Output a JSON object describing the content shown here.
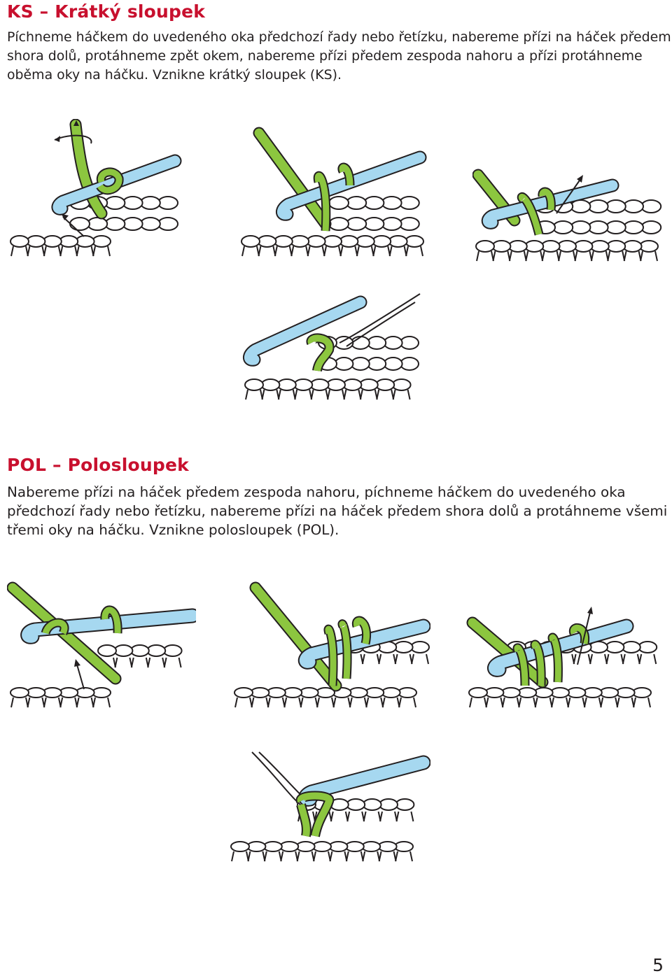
{
  "sections": [
    {
      "title": "KS – Krátký sloupek",
      "text": "Píchneme háčkem do uvedeného oka předchozí řady nebo řetízku, nabereme přízi na háček předem shora dolů, protáhneme zpět okem, nabereme přízi předem zespoda nahoru a přízi protáhneme oběma oky na háčku. Vznikne krátký sloupek (KS)."
    },
    {
      "title": "POL – Polosloupek",
      "text": "Nabereme přízi na háček předem zespoda nahoru, píchneme háčkem do uvedeného oka předchozí řady nebo řetízku, nabereme přízi na háček předem shora dolů a protáhneme všemi třemi oky na háčku. Vznikne polosloupek (POL)."
    }
  ],
  "page_number": "5",
  "colors": {
    "heading": "#c8102e",
    "yarn": "#8cc63f",
    "hook": "#a6d8f0",
    "outline": "#231f20"
  }
}
